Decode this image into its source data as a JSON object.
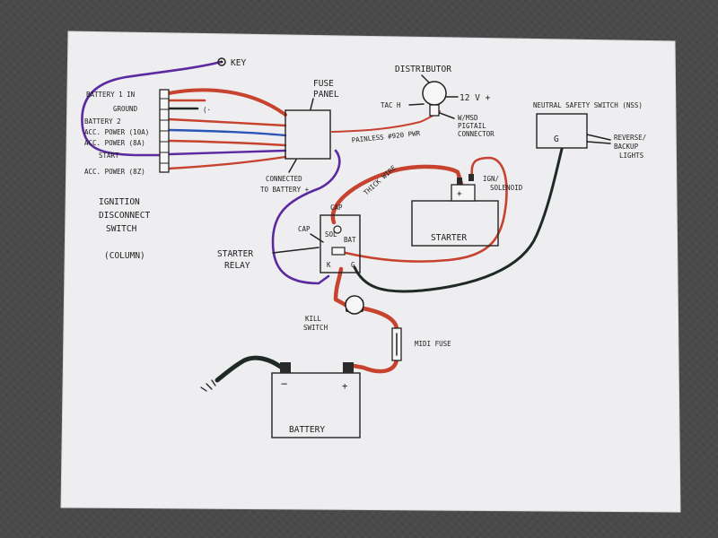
{
  "colors": {
    "red_wire": "#c7422f",
    "black_wire": "#1f2a26",
    "blue_wire": "#2c55b8",
    "purple_wire": "#5b2aa0",
    "paper": "#eeeef0",
    "background": "#4a4a4a"
  },
  "labels": {
    "key": "KEY",
    "switch_terminals": [
      "BATTERY 1  IN",
      "GROUND",
      "BATTERY 2",
      "ACC. POWER (10A)",
      "ACC. POWER (8A)",
      "START",
      "ACC. POWER (8Z)"
    ],
    "ignition_switch": [
      "IGNITION",
      "DISCONNECT",
      "SWITCH",
      "(COLUMN)"
    ],
    "fuse_panel": [
      "FUSE",
      "PANEL"
    ],
    "fuse_panel_note": [
      "CONNECTED",
      "TO BATTERY +"
    ],
    "distributor": "DISTRIBUTOR",
    "tac": "TAC H",
    "twelve_v": "12 V +",
    "pigtail": [
      "W/MSD",
      "PIGTAIL",
      "CONNECTOR"
    ],
    "painless": "PAINLESS #920 PWR",
    "neutral_switch": "NEUTRAL SAFETY SWITCH (NSS)",
    "neutral_g": "G",
    "reverse": [
      "REVERSE/",
      "BACKUP",
      "LIGHTS"
    ],
    "thick_wire": "THICK WIRE",
    "ign_solenoid": [
      "IGN/",
      "SOLENOID"
    ],
    "starter": "STARTER",
    "starter_plus": "+",
    "cap_top": "CAP",
    "cap_left": "CAP",
    "sol": "SOL",
    "bat": "BAT",
    "relay_g": "G",
    "relay_k": "K",
    "starter_relay": [
      "STARTER",
      "RELAY"
    ],
    "kill_switch": [
      "KILL",
      "SWITCH"
    ],
    "midi_fuse": "MIDI FUSE",
    "battery": "BATTERY",
    "battery_minus": "−",
    "battery_plus": "+"
  }
}
